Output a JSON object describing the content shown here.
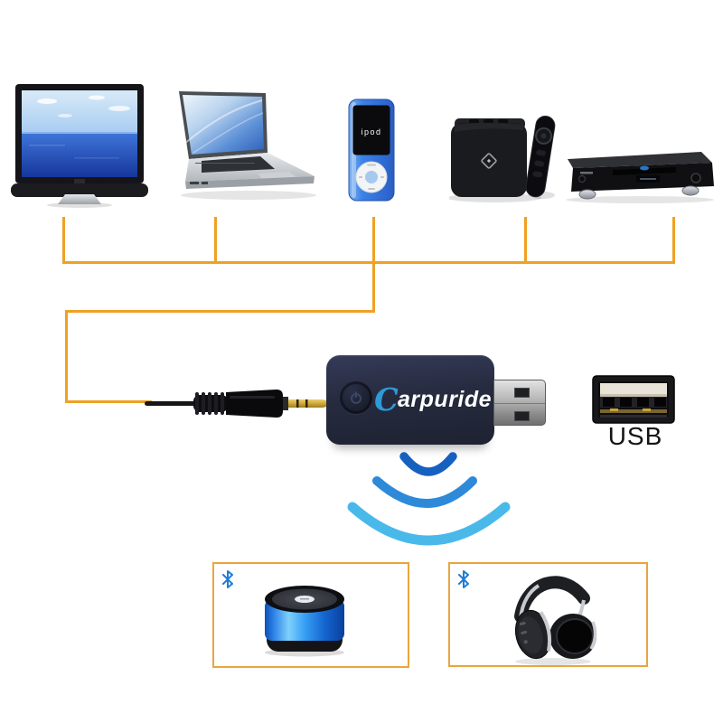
{
  "image_type": "bluetooth-adapter-connectivity-diagram",
  "background_color": "#ffffff",
  "connector_line_color": "#efa125",
  "source_devices": {
    "tv": {
      "icon": "flat-screen-tv"
    },
    "laptop": {
      "icon": "laptop"
    },
    "mp3_player": {
      "icon": "ipod-nano",
      "screen_label": "ipod"
    },
    "tv_box": {
      "icon": "streaming-tv-box-with-remote"
    },
    "dvd_player": {
      "icon": "blu-ray-dvd-player"
    }
  },
  "adapter": {
    "brand": "Carpuride",
    "brand_initial": "C",
    "brand_rest": "arpuride",
    "brand_initial_color": "#2f9ad8",
    "brand_text_color": "#ffffff",
    "body_color": "#262b3f",
    "input": "3.5mm-aux-jack",
    "output_connector": "usb-a-male"
  },
  "usb": {
    "label": "USB"
  },
  "wireless_signal": {
    "arc_colors": [
      "#1660c0",
      "#2e8ad8",
      "#49b9ea"
    ]
  },
  "receivers": {
    "box_border_color": "#e9a53f",
    "bluetooth_icon_color": "#1e7cd6",
    "speaker": {
      "icon": "bluetooth-speaker",
      "body_color": "#2e8ef0"
    },
    "headphones": {
      "icon": "bluetooth-headphones"
    }
  }
}
